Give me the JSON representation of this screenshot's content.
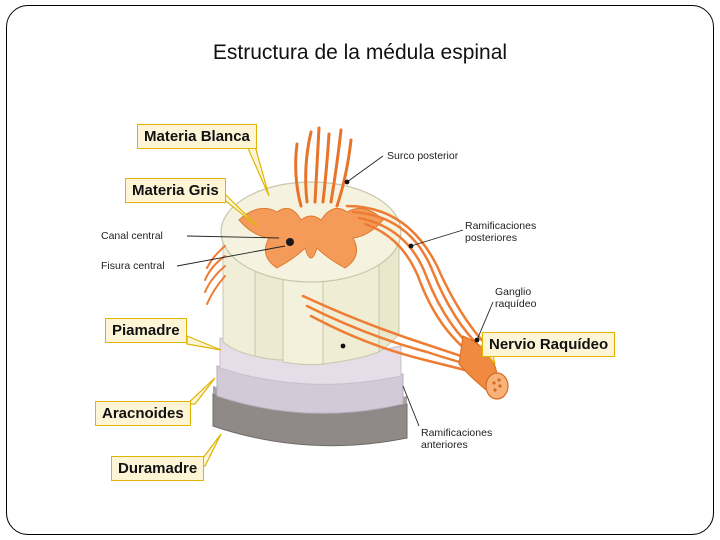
{
  "slide": {
    "title": "Estructura de la médula espinal"
  },
  "labels": {
    "materia_blanca": "Materia Blanca",
    "materia_gris": "Materia Gris",
    "piamadre": "Piamadre",
    "aracnoides": "Aracnoides",
    "duramadre": "Duramadre",
    "nervio_raquideo": "Nervio Raquídeo",
    "canal_central": "Canal central",
    "fisura_central": "Fisura central",
    "surco_posterior": "Surco posterior",
    "ramificaciones_posteriores_1": "Ramificaciones",
    "ramificaciones_posteriores_2": "posteriores",
    "ganglio_1": "Ganglio",
    "ganglio_2": "raquídeo",
    "ramificaciones_anteriores_1": "Ramificaciones",
    "ramificaciones_anteriores_2": "anteriores"
  },
  "colors": {
    "label_bg": "#fdf5d6",
    "label_border": "#e0b400",
    "nerve": "#f07a2e",
    "white_matter": "#f3f1dc",
    "pia": "#e4dbe6",
    "arachnoid": "#d2c9d6",
    "dura": "#9b9694"
  }
}
